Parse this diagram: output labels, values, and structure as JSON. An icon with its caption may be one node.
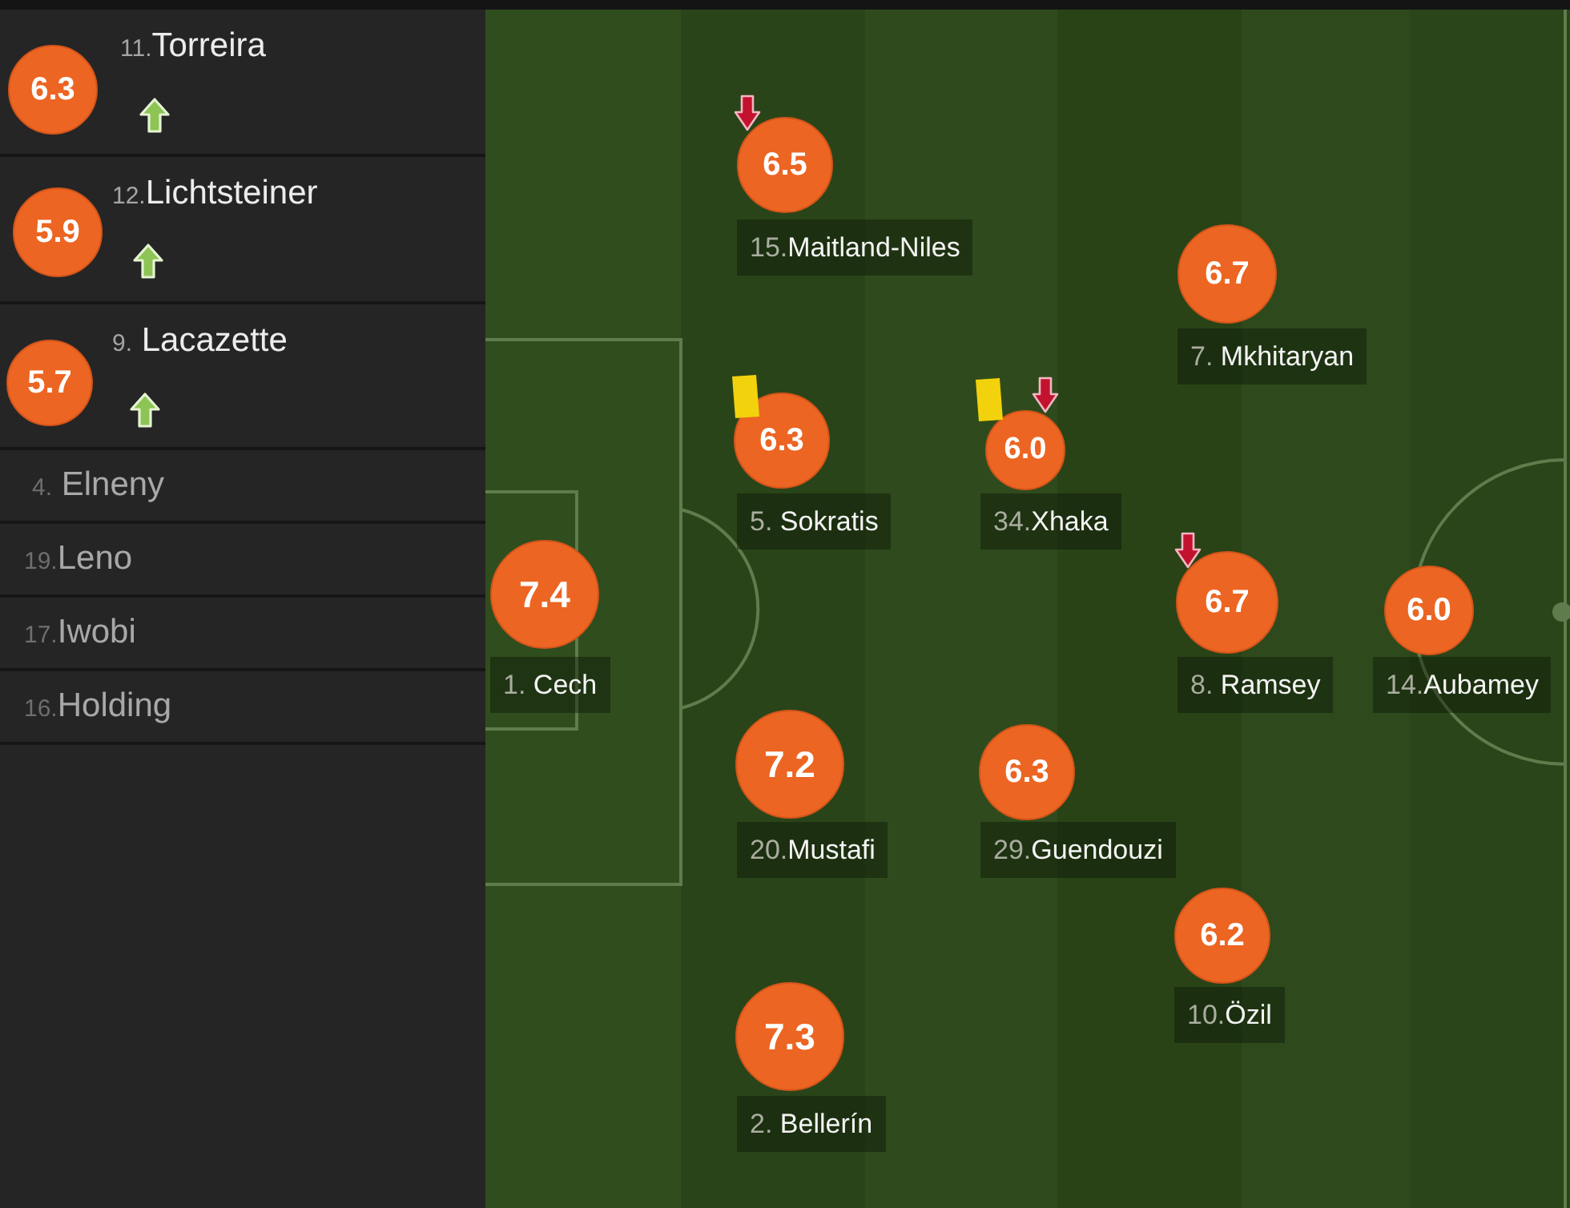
{
  "diagram": {
    "nodes": [
      {
        "text": [
          "6.3"
        ],
        "beside": [
          "11.Torreira"
        ]
      },
      {
        "text": [
          "5.9"
        ],
        "beside": [
          "12.Lichtsteiner"
        ]
      },
      {
        "text": [
          "5.7"
        ],
        "beside": [
          "9. Lacazette"
        ]
      },
      {
        "text": [
          "6.5"
        ],
        "beside": [
          "15.Maitland-Niles"
        ]
      },
      {
        "text": [
          "6.7"
        ],
        "beside": [
          "7. Mkhitaryan"
        ]
      },
      {
        "text": [
          "6.3"
        ],
        "beside": [
          "5. Sokratis"
        ]
      },
      {
        "text": [
          "6.0"
        ],
        "beside": [
          "34.Xhaka"
        ]
      },
      {
        "text": [
          "7.4"
        ],
        "beside": [
          "1. Cech"
        ]
      },
      {
        "text": [
          "6.7"
        ],
        "beside": [
          "8. Ramsey"
        ]
      },
      {
        "text": [
          "6.0"
        ],
        "beside": [
          "14.Aubamey"
        ]
      },
      {
        "text": [
          "7.2"
        ],
        "beside": [
          "20.Mustafi"
        ]
      },
      {
        "text": [
          "6.3"
        ],
        "beside": [
          "29.Guendouzi"
        ]
      },
      {
        "text": [
          "6.2"
        ],
        "beside": [
          "10.Özil"
        ]
      },
      {
        "text": [
          "7.3"
        ],
        "beside": [
          "2. Bellerín"
        ]
      }
    ],
    "labels": [
      "4. Elneny",
      "19.Leno",
      "17.Iwobi",
      "16.Holding"
    ]
  }
}
